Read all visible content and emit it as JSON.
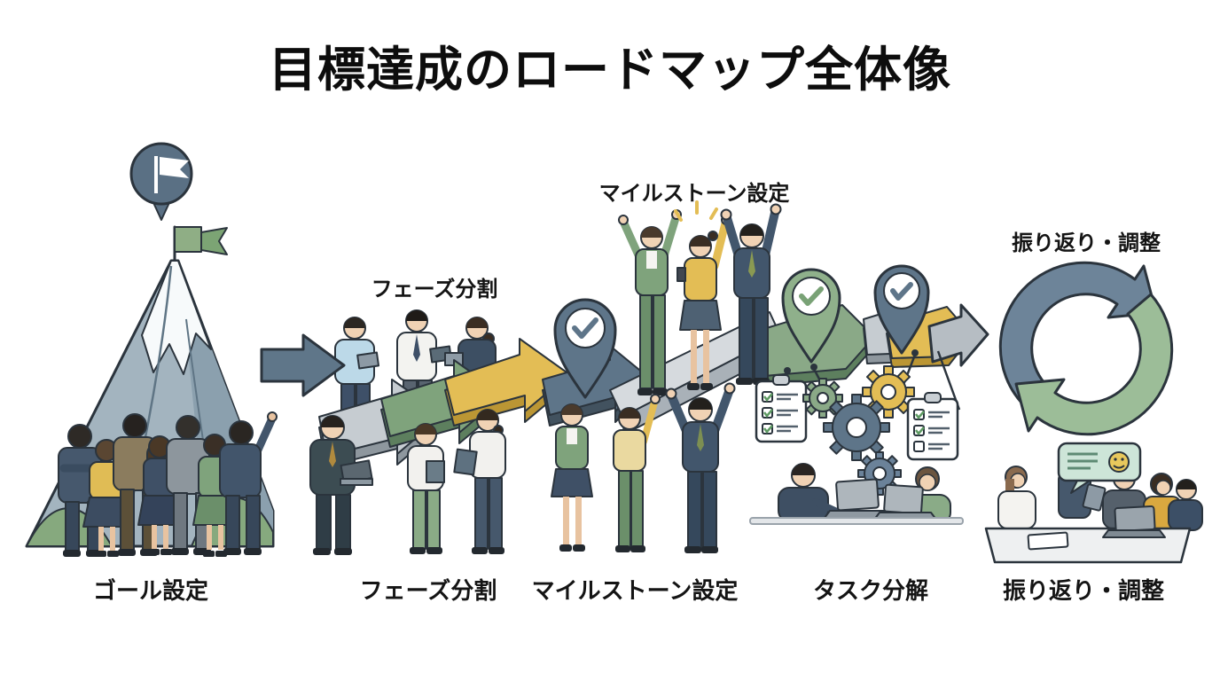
{
  "title": "目標達成のロードマップ全体像",
  "stages": [
    {
      "key": "goal-setting",
      "label": "ゴール設定"
    },
    {
      "key": "phase-division",
      "label": "フェーズ分割",
      "top_label": "フェーズ分割"
    },
    {
      "key": "milestone-setting",
      "label": "マイルストーン設定",
      "top_label": "マイルストーン設定"
    },
    {
      "key": "task-breakdown",
      "label": "タスク分解"
    },
    {
      "key": "review-adjustment",
      "label": "振り返り・調整",
      "top_label": "振り返り・調整"
    }
  ],
  "icons": {
    "goal_flag_pin": "⚑",
    "summit_flag": "⚑",
    "milestone_check": "✓",
    "task_gear": "⚙",
    "task_checklist": "☑",
    "review_cycle": "↻",
    "feedback_bubble": "💬",
    "feedback_smiley": "☺"
  },
  "colors": {
    "background": "#ffffff",
    "title_text": "#0d0d0d",
    "outline": "#2b343d",
    "slate_blue": "#5e7589",
    "green": "#7fa37c",
    "light_green": "#9cbd98",
    "yellow": "#e3bd55",
    "gray": "#c6ccd1",
    "road_gray": "#d6dade",
    "bubble_green": "#cde5d8",
    "smiley_yellow": "#e8c85c"
  }
}
